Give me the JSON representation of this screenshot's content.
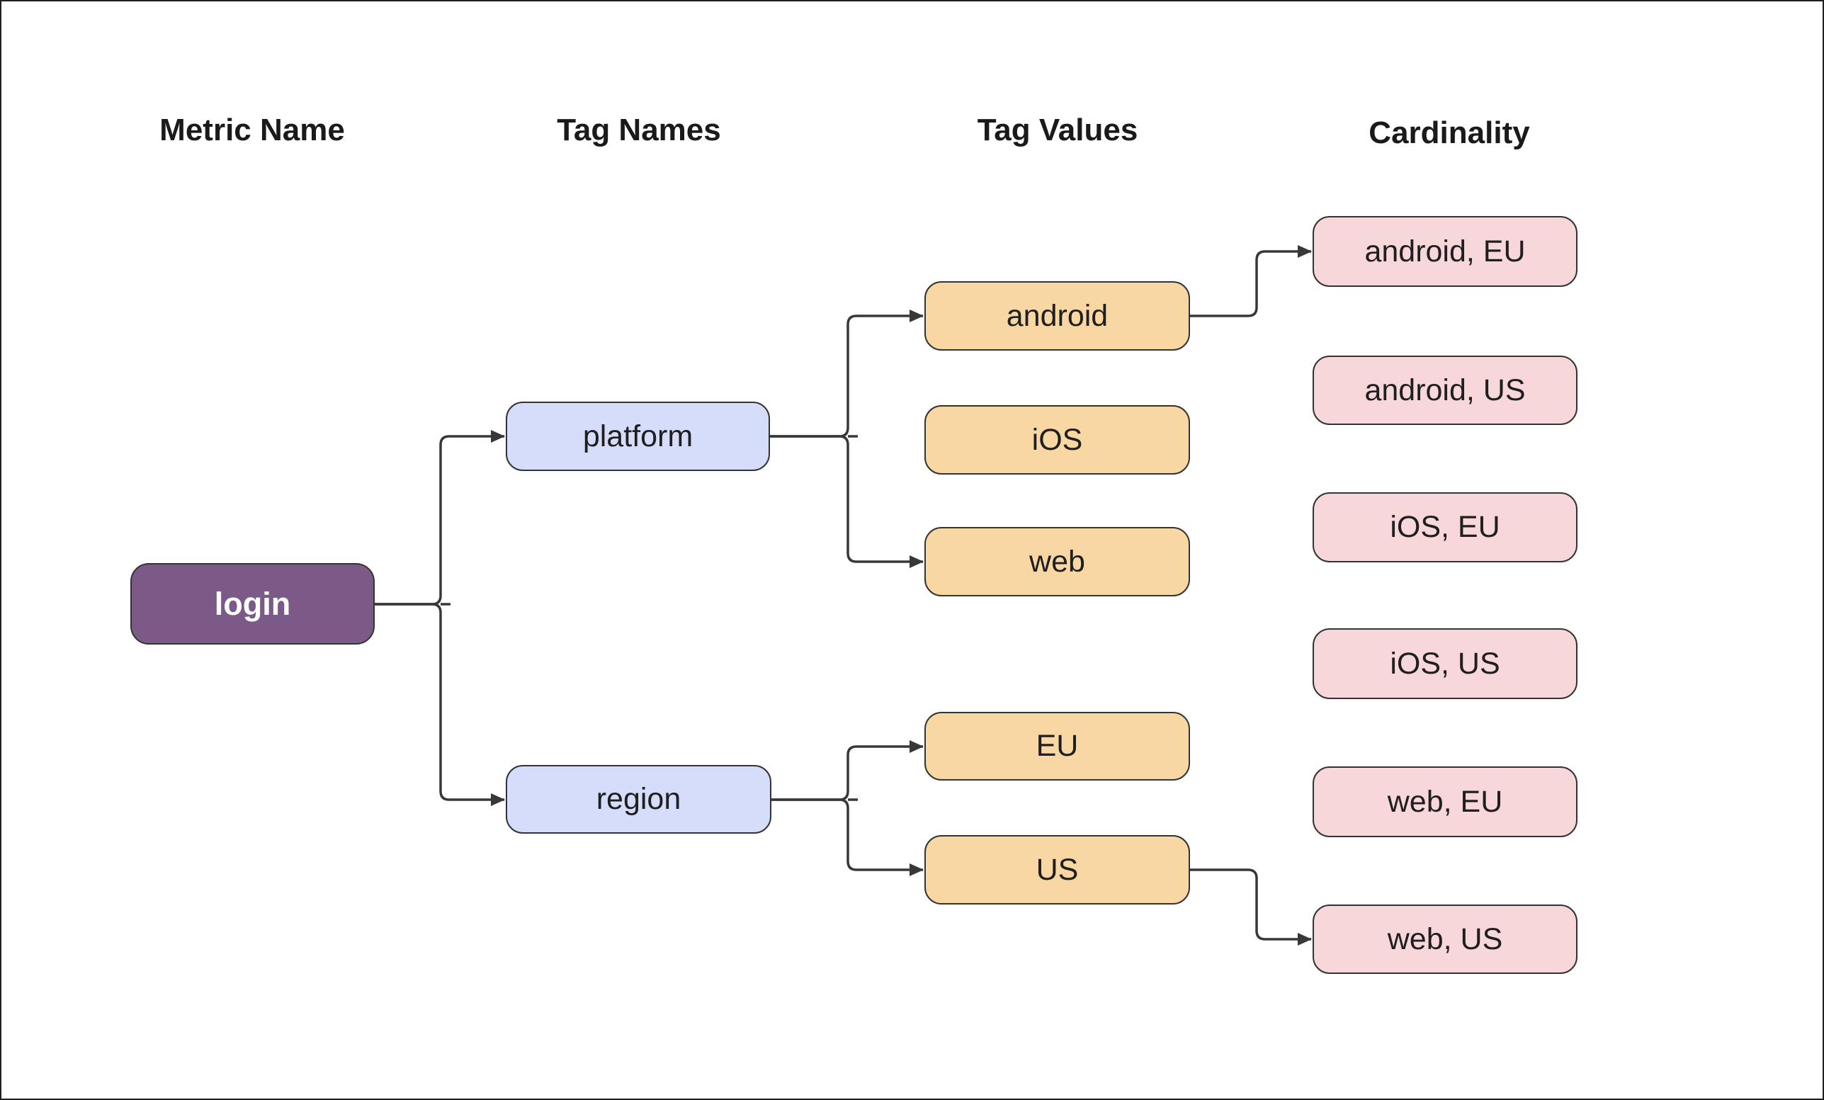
{
  "diagram_title": "metric tag cardinality tree",
  "headers": {
    "metric_name": "Metric Name",
    "tag_names": "Tag Names",
    "tag_values": "Tag Values",
    "cardinality": "Cardinality"
  },
  "nodes": {
    "login": {
      "label": "login",
      "column": "metric_name"
    },
    "platform": {
      "label": "platform",
      "column": "tag_names"
    },
    "region": {
      "label": "region",
      "column": "tag_names"
    },
    "android": {
      "label": "android",
      "column": "tag_values"
    },
    "ios": {
      "label": "iOS",
      "column": "tag_values"
    },
    "web": {
      "label": "web",
      "column": "tag_values"
    },
    "eu": {
      "label": "EU",
      "column": "tag_values"
    },
    "us": {
      "label": "US",
      "column": "tag_values"
    },
    "android_eu": {
      "label": "android, EU",
      "column": "cardinality"
    },
    "android_us": {
      "label": "android, US",
      "column": "cardinality"
    },
    "ios_eu": {
      "label": "iOS, EU",
      "column": "cardinality"
    },
    "ios_us": {
      "label": "iOS, US",
      "column": "cardinality"
    },
    "web_eu": {
      "label": "web, EU",
      "column": "cardinality"
    },
    "web_us": {
      "label": "web, US",
      "column": "cardinality"
    }
  },
  "edges": [
    {
      "from": "login",
      "to": "platform",
      "arrow": true
    },
    {
      "from": "login",
      "to": "region",
      "arrow": true
    },
    {
      "from": "platform",
      "to": "android",
      "arrow": true
    },
    {
      "from": "platform",
      "to": "web",
      "arrow": true
    },
    {
      "from": "region",
      "to": "eu",
      "arrow": true
    },
    {
      "from": "region",
      "to": "us",
      "arrow": true
    },
    {
      "from": "android",
      "to": "android_eu",
      "arrow": true
    },
    {
      "from": "us",
      "to": "web_us",
      "arrow": true
    }
  ],
  "colors": {
    "metric_fill": "#7C5A87",
    "metric_text": "#FFFFFF",
    "tag_name_fill": "#D5DDFA",
    "tag_value_fill": "#F8D7A3",
    "cardinality_fill": "#F8D7DA",
    "node_border": "#333333",
    "edge_stroke": "#383838",
    "text": "#1F1F1F",
    "background": "#FFFFFF"
  }
}
